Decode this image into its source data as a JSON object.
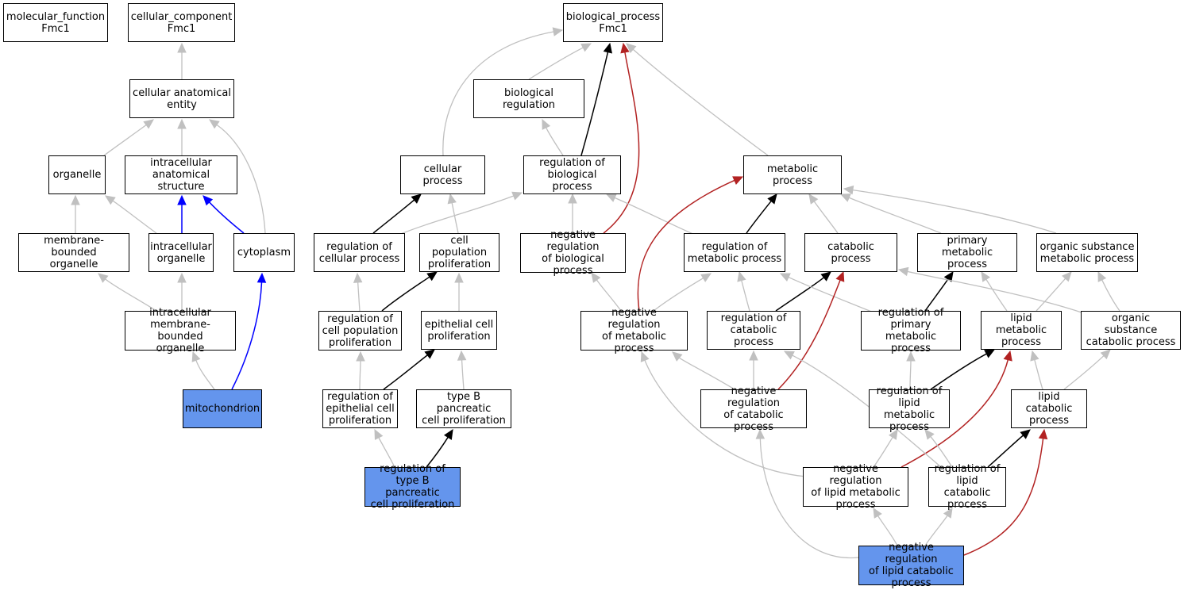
{
  "colors": {
    "highlight": "#6495ed",
    "edge_default": "#c0c0c0",
    "edge_black": "#000000",
    "edge_red": "#b22222",
    "edge_blue": "#0000ff"
  },
  "nodes": {
    "mf_fmc1": "molecular_function\nFmc1",
    "cc_fmc1": "cellular_component\nFmc1",
    "bp_fmc1": "biological_process\nFmc1",
    "cellular_anatomical_entity": "cellular anatomical\nentity",
    "biological_regulation": "biological regulation",
    "organelle": "organelle",
    "intracellular_anatomical_structure": "intracellular\nanatomical structure",
    "cellular_process": "cellular process",
    "regulation_of_biological_process": "regulation of\nbiological process",
    "metabolic_process": "metabolic process",
    "membrane_bounded_organelle": "membrane-bounded\norganelle",
    "intracellular_organelle": "intracellular\norganelle",
    "cytoplasm": "cytoplasm",
    "regulation_of_cellular_process": "regulation of\ncellular process",
    "cell_population_proliferation": "cell population\nproliferation",
    "negative_regulation_of_biological_process": "negative regulation\nof biological\nprocess",
    "regulation_of_metabolic_process": "regulation of\nmetabolic process",
    "catabolic_process": "catabolic process",
    "primary_metabolic_process": "primary metabolic\nprocess",
    "organic_substance_metabolic_process": "organic substance\nmetabolic process",
    "intracellular_membrane_bounded_organelle": "intracellular\nmembrane-bounded\norganelle",
    "regulation_of_cell_population_proliferation": "regulation of\ncell population\nproliferation",
    "epithelial_cell_proliferation": "epithelial cell\nproliferation",
    "negative_regulation_of_metabolic_process": "negative regulation\nof metabolic\nprocess",
    "regulation_of_catabolic_process": "regulation of\ncatabolic process",
    "regulation_of_primary_metabolic_process": "regulation of\nprimary metabolic\nprocess",
    "lipid_metabolic_process": "lipid metabolic\nprocess",
    "organic_substance_catabolic_process": "organic substance\ncatabolic process",
    "mitochondrion": "mitochondrion",
    "regulation_of_epithelial_cell_proliferation": "regulation of\nepithelial cell\nproliferation",
    "type_b_pancreatic_cell_proliferation": "type B pancreatic\ncell proliferation",
    "negative_regulation_of_catabolic_process": "negative regulation\nof catabolic\nprocess",
    "regulation_of_lipid_metabolic_process": "regulation of\nlipid metabolic\nprocess",
    "lipid_catabolic_process": "lipid catabolic\nprocess",
    "regulation_of_type_b_pancreatic_cell_proliferation": "regulation of\ntype B pancreatic\ncell proliferation",
    "negative_regulation_of_lipid_metabolic_process": "negative regulation\nof lipid metabolic\nprocess",
    "regulation_of_lipid_catabolic_process": "regulation of\nlipid catabolic\nprocess",
    "negative_regulation_of_lipid_catabolic_process": "negative regulation\nof lipid catabolic\nprocess"
  }
}
